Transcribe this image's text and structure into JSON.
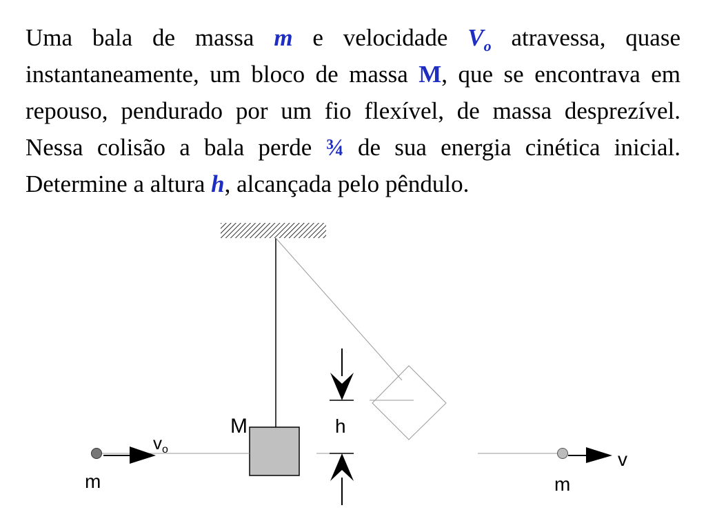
{
  "problem": {
    "seg1": "Uma bala de massa ",
    "m_symbol": "m",
    "seg2": " e velocidade ",
    "v_symbol": "V",
    "v_sub": "o",
    "seg3": " atravessa,  quase instantaneamente, um bloco de massa ",
    "M_symbol": "M",
    "seg4": ", que se encontrava em repouso, pendurado por um fio flexível, de massa desprezível. Nessa colisão a bala  perde ",
    "fraction": "¾",
    "seg5": " de sua energia cinética inicial. Determine a altura ",
    "h_symbol": "h",
    "seg6": ", alcançada pelo pêndulo."
  },
  "diagram": {
    "block_label": "M",
    "initial_velocity_label": "v",
    "initial_velocity_sub": "o",
    "height_label": "h",
    "final_velocity_label": "v",
    "bullet_before_label": "m",
    "bullet_after_label": "m"
  },
  "colors": {
    "highlight": "#1f2ec2",
    "block_fill": "#c0c0c0",
    "bullet_before": "#777777",
    "bullet_after": "#bbbbbb",
    "thin_line": "#9a9a9a"
  }
}
